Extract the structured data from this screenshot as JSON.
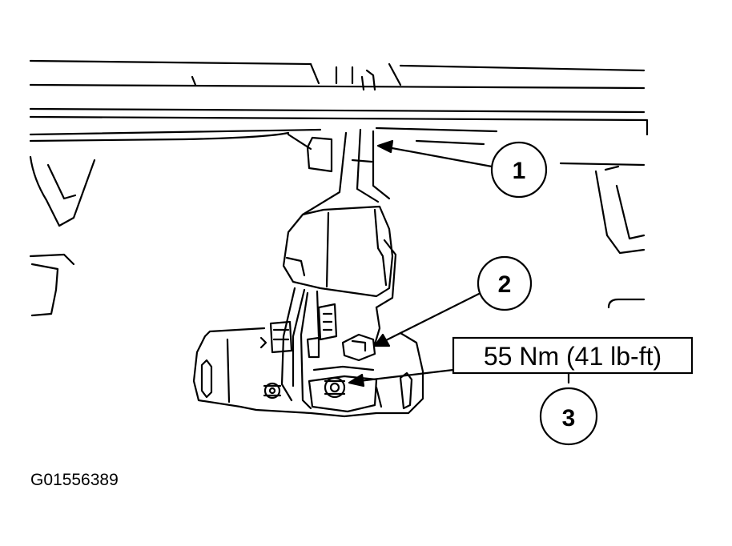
{
  "callouts": [
    {
      "number": "1"
    },
    {
      "number": "2"
    },
    {
      "number": "3"
    }
  ],
  "torque_spec": "55 Nm (41 lb-ft)",
  "figure_id": "G01556389",
  "colors": {
    "line": "#000000",
    "background": "#ffffff"
  }
}
